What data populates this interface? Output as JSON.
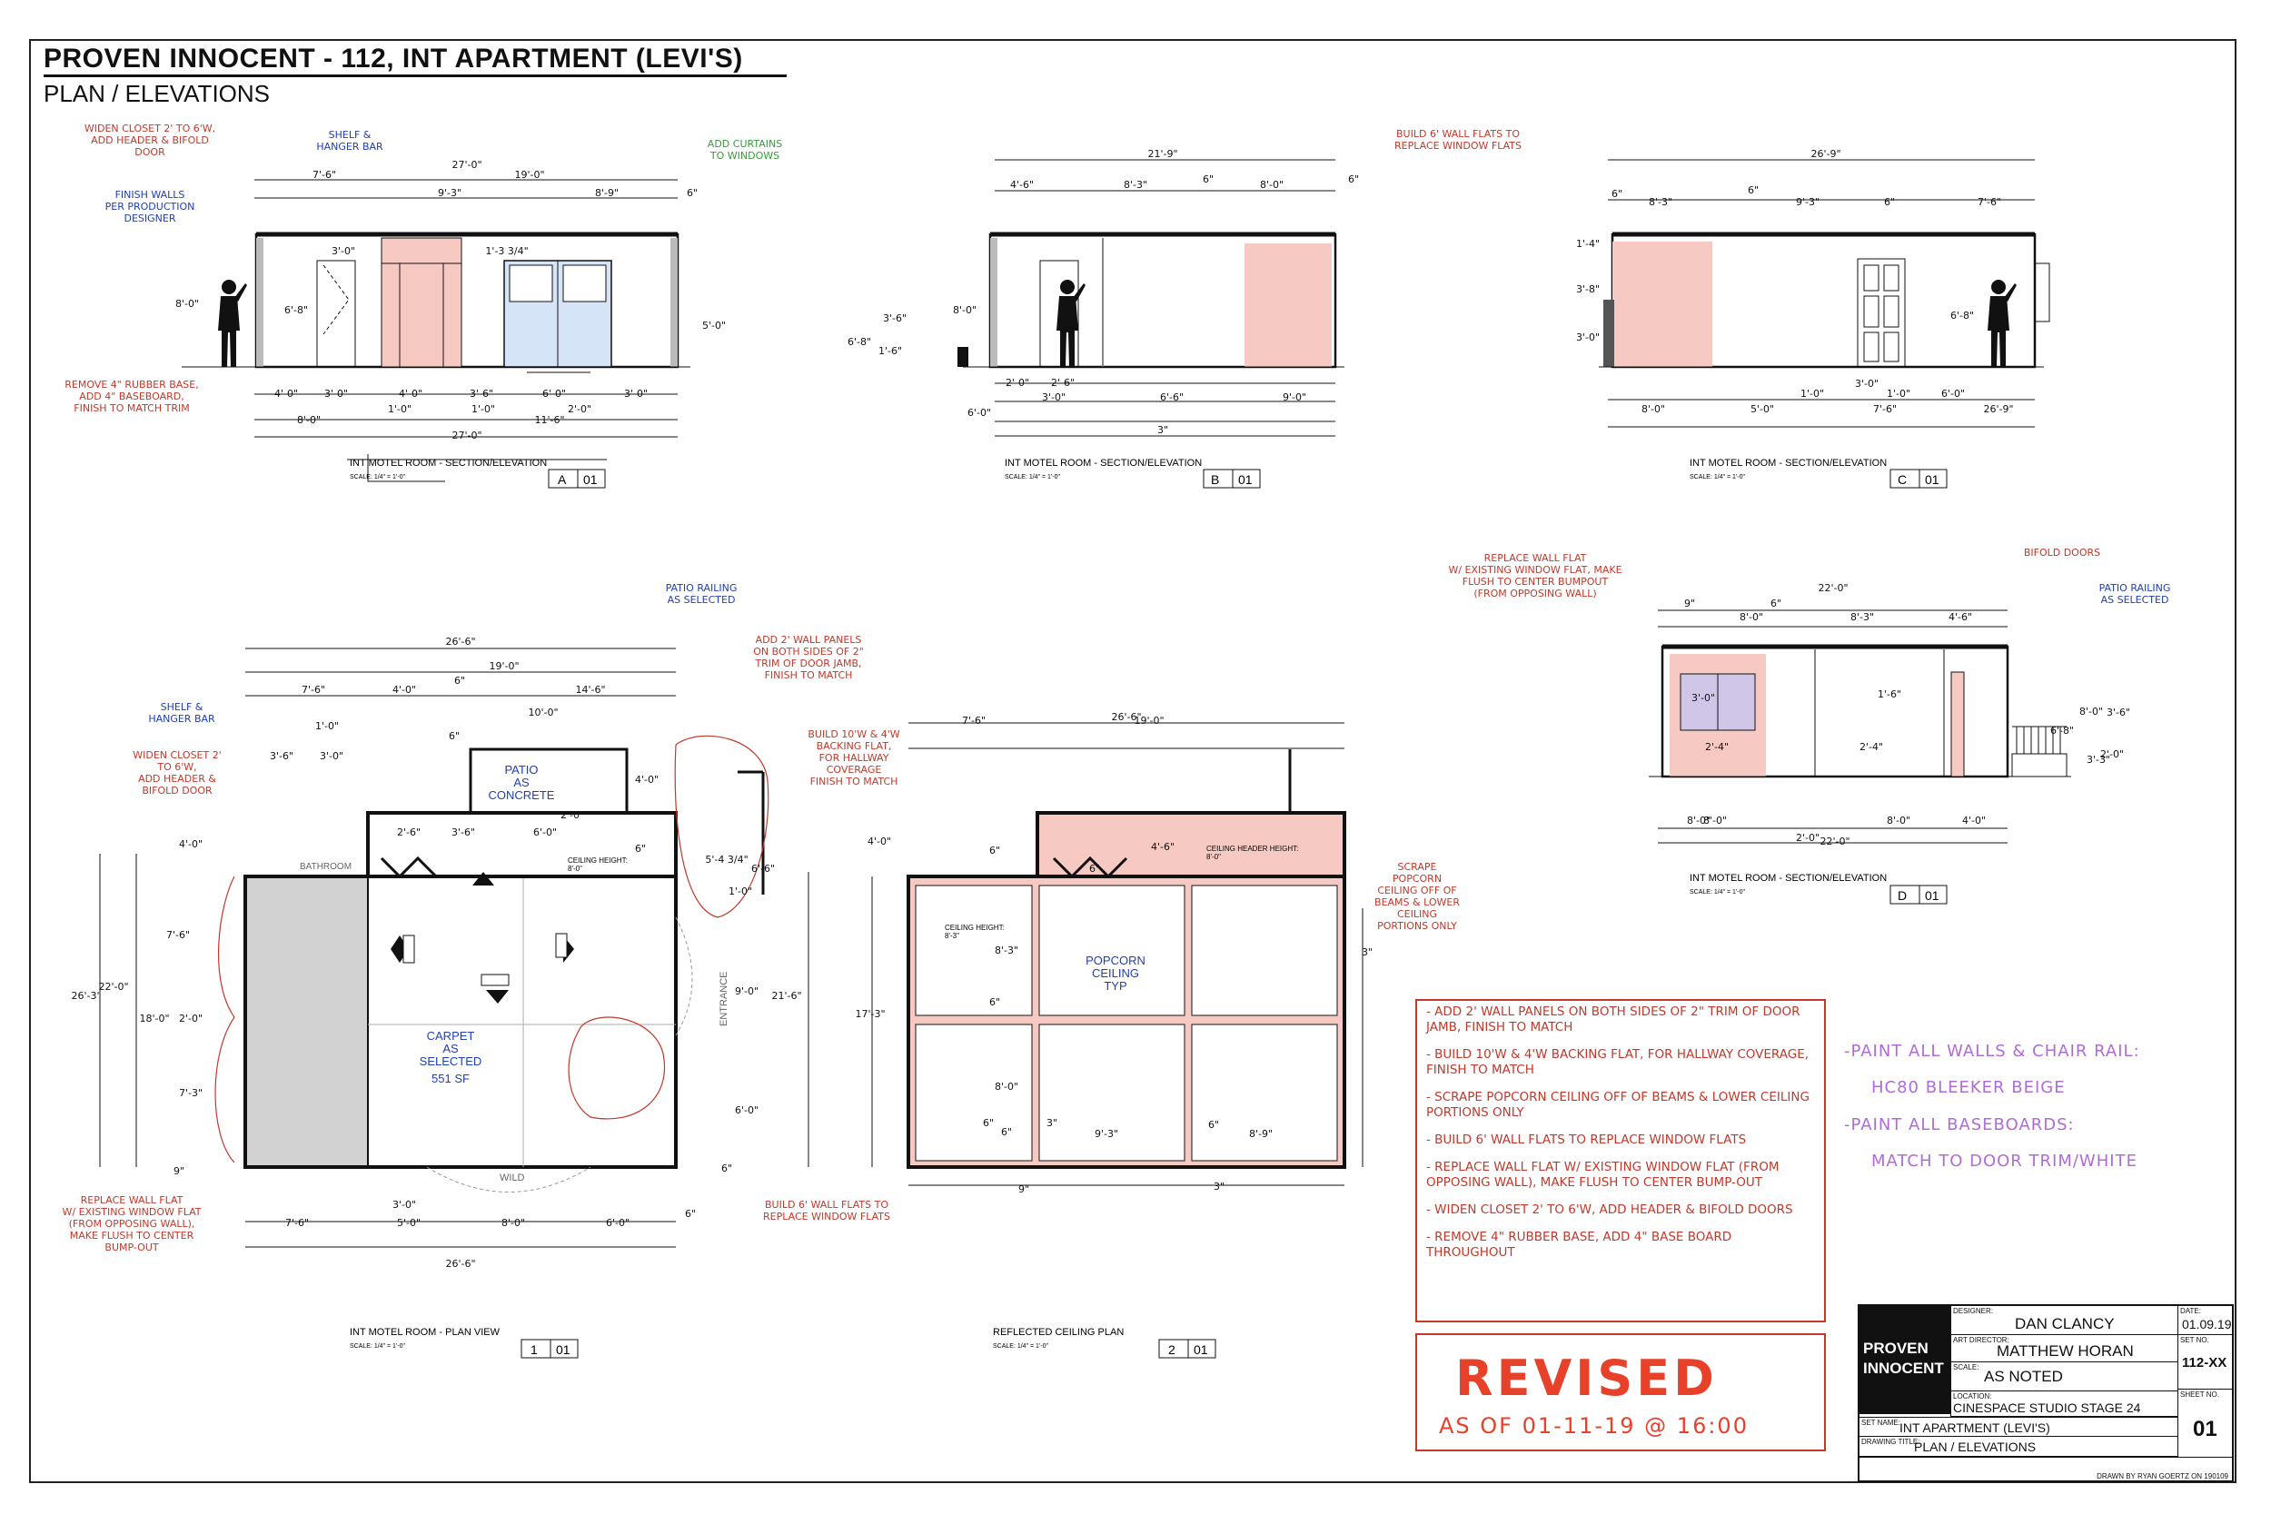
{
  "sheet": {
    "title": "PROVEN INNOCENT - 112, INT APARTMENT (LEVI'S)",
    "subtitle": "PLAN / ELEVATIONS"
  },
  "elevation_a": {
    "caption": "INT MOTEL ROOM - SECTION/ELEVATION",
    "scale": "SCALE: 1/4\" = 1'-0\"",
    "ref_letter": "A",
    "ref_sheet": "01",
    "notes": {
      "widen_closet": [
        "WIDEN CLOSET 2' TO 6'W,",
        "ADD HEADER & BIFOLD",
        "DOOR"
      ],
      "shelf": [
        "SHELF &",
        "HANGER BAR"
      ],
      "curtains": [
        "ADD CURTAINS",
        "TO WINDOWS"
      ],
      "finish_walls": [
        "FINISH WALLS",
        "PER PRODUCTION",
        "DESIGNER"
      ],
      "remove_base": [
        "REMOVE 4\" RUBBER BASE,",
        "ADD 4\" BASEBOARD,",
        "FINISH TO MATCH TRIM"
      ]
    },
    "dims": [
      "27'-0\"",
      "19'-0\"",
      "7'-6\"",
      "9'-3\"",
      "8'-9\"",
      "6\"",
      "3'-0\"",
      "1'-3 3/4\"",
      "8'-0\"",
      "6'-8\"",
      "5'-0\"",
      "4'-0\"",
      "3'-0\"",
      "4'-0\"",
      "3'-6\"",
      "6'-0\"",
      "3'-0\"",
      "1'-0\"",
      "1'-0\"",
      "2'-0\"",
      "8'-0\"",
      "11'-6\"",
      "27'-0\""
    ]
  },
  "elevation_b": {
    "caption": "INT MOTEL ROOM - SECTION/ELEVATION",
    "scale": "SCALE: 1/4\" = 1'-0\"",
    "ref_letter": "B",
    "ref_sheet": "01",
    "notes": {
      "build_flats": [
        "BUILD 6' WALL FLATS TO",
        "REPLACE WINDOW FLATS"
      ]
    },
    "dims": [
      "21'-9\"",
      "4'-6\"",
      "8'-3\"",
      "6\"",
      "8'-0\"",
      "6\"",
      "8'-0\"",
      "6'-8\"",
      "3'-6\"",
      "1'-6\"",
      "2'-0\"",
      "2'-6\"",
      "3'-0\"",
      "6'-6\"",
      "9'-0\"",
      "6'-0\"",
      "3\"",
      "21'-9\""
    ]
  },
  "elevation_c": {
    "caption": "INT MOTEL ROOM - SECTION/ELEVATION",
    "scale": "SCALE: 1/4\" = 1'-0\"",
    "ref_letter": "C",
    "ref_sheet": "01",
    "dims": [
      "26'-9\"",
      "6\"",
      "8'-3\"",
      "6\"",
      "9'-3\"",
      "6\"",
      "7'-6\"",
      "1'-4\"",
      "3'-8\"",
      "3'-0\"",
      "6'-8\"",
      "1'-0\"",
      "3'-0\"",
      "1'-0\"",
      "6'-0\"",
      "8'-0\"",
      "5'-0\"",
      "7'-6\"",
      "26'-9\""
    ]
  },
  "elevation_d": {
    "caption": "INT MOTEL ROOM - SECTION/ELEVATION",
    "scale": "SCALE: 1/4\" = 1'-0\"",
    "ref_letter": "D",
    "ref_sheet": "01",
    "notes": {
      "replace_flat": [
        "REPLACE WALL FLAT",
        "W/ EXISTING WINDOW FLAT, MAKE",
        "FLUSH TO CENTER BUMPOUT",
        "(FROM OPPOSING WALL)"
      ],
      "bifold": [
        "BIFOLD DOORS"
      ],
      "patio_railing": [
        "PATIO RAILING",
        "AS SELECTED"
      ]
    },
    "dims": [
      "22'-0\"",
      "9\"",
      "8'-0\"",
      "6\"",
      "8'-3\"",
      "4'-6\"",
      "8'-0\"",
      "3'-0\"",
      "2'-4\"",
      "2'-4\"",
      "1'-6\"",
      "6'-8\"",
      "8'-0\"",
      "3'-6\"",
      "2'-0\"",
      "3'-3\"",
      "8'-0\"",
      "2'-0\"",
      "8'-0\"",
      "4'-0\"",
      "22'-0\""
    ]
  },
  "plan": {
    "caption": "INT MOTEL ROOM - PLAN VIEW",
    "scale": "SCALE: 1/4\" = 1'-0\"",
    "ref_letter": "1",
    "ref_sheet": "01",
    "labels": {
      "patio": [
        "PATIO",
        "AS",
        "CONCRETE"
      ],
      "carpet": [
        "CARPET",
        "AS",
        "SELECTED",
        "551 SF"
      ],
      "bathroom": "BATHROOM",
      "entrance": "ENTRANCE",
      "wild": "WILD",
      "ceiling_height": [
        "CEILING HEIGHT:",
        "8'-0\""
      ]
    },
    "notes": {
      "patio_railing": [
        "PATIO RAILING",
        "AS SELECTED"
      ],
      "add_panels": [
        "ADD 2' WALL PANELS",
        "ON BOTH SIDES OF 2\"",
        "TRIM OF DOOR JAMB,",
        "FINISH TO MATCH"
      ],
      "build_backing": [
        "BUILD 10'W & 4'W",
        "BACKING FLAT,",
        "FOR HALLWAY",
        "COVERAGE",
        "FINISH TO MATCH"
      ],
      "shelf": [
        "SHELF &",
        "HANGER BAR"
      ],
      "widen_closet": [
        "WIDEN CLOSET 2'",
        "TO 6'W,",
        "ADD HEADER &",
        "BIFOLD DOOR"
      ],
      "replace_flat": [
        "REPLACE WALL FLAT",
        "W/ EXISTING WINDOW FLAT",
        "(FROM OPPOSING WALL),",
        "MAKE FLUSH TO CENTER",
        "BUMP-OUT"
      ],
      "build_flats": [
        "BUILD 6' WALL FLATS TO",
        "REPLACE WINDOW FLATS"
      ]
    },
    "dims": [
      "26'-6\"",
      "19'-0\"",
      "7'-6\"",
      "4'-0\"",
      "6\"",
      "14'-6\"",
      "10'-0\"",
      "6\"",
      "1'-0\"",
      "3'-6\"",
      "3'-0\"",
      "4'-0\"",
      "2'-6\"",
      "3'-6\"",
      "6'-0\"",
      "2'-0\"",
      "4'-0\"",
      "6\"",
      "7'-6\"",
      "26'-3\"",
      "22'-0\"",
      "18'-0\"",
      "2'-0\"",
      "7'-3\"",
      "9\"",
      "5'-4 3/4\"",
      "6'-6\"",
      "1'-0\"",
      "9'-0\"",
      "21'-6\"",
      "6'-0\"",
      "6\"",
      "3'-0\"",
      "7'-6\"",
      "5'-0\"",
      "8'-0\"",
      "6'-0\"",
      "6\"",
      "26'-6\""
    ]
  },
  "rcp": {
    "caption": "REFLECTED CEILING PLAN",
    "scale": "SCALE: 1/4\" = 1'-0\"",
    "ref_letter": "2",
    "ref_sheet": "01",
    "labels": {
      "popcorn": [
        "POPCORN",
        "CEILING",
        "TYP"
      ],
      "ceiling_header": [
        "CEILING HEADER HEIGHT:",
        "8'-0\""
      ],
      "ceiling_height": [
        "CEILING HEIGHT:",
        "8'-3\""
      ]
    },
    "notes": {
      "scrape": [
        "SCRAPE",
        "POPCORN",
        "CEILING OFF OF",
        "BEAMS & LOWER",
        "CEILING",
        "PORTIONS ONLY"
      ]
    },
    "dims": [
      "26'-6\"",
      "19'-0\"",
      "7'-6\"",
      "4'-0\"",
      "6\"",
      "4'-6\"",
      "6\"",
      "8'-3\"",
      "17'-3\"",
      "6\"",
      "8'-0\"",
      "6\"",
      "3\"",
      "6\"",
      "9'-3\"",
      "6\"",
      "8'-9\"",
      "3\"",
      "9\"",
      "3\""
    ]
  },
  "general_notes": [
    "- ADD 2' WALL PANELS ON BOTH SIDES OF 2\" TRIM OF DOOR JAMB, FINISH TO MATCH",
    "- BUILD 10'W & 4'W BACKING FLAT, FOR HALLWAY COVERAGE, FINISH TO MATCH",
    "- SCRAPE POPCORN CEILING OFF OF BEAMS & LOWER CEILING PORTIONS ONLY",
    "- BUILD 6' WALL FLATS TO REPLACE WINDOW FLATS",
    "- REPLACE WALL FLAT W/ EXISTING WINDOW FLAT (FROM OPPOSING WALL), MAKE FLUSH TO CENTER BUMP-OUT",
    "- WIDEN CLOSET 2' TO 6'W, ADD HEADER & BIFOLD DOORS",
    "- REMOVE 4\" RUBBER BASE, ADD 4\" BASE BOARD THROUGHOUT"
  ],
  "paint_notes": {
    "line1": "-PAINT ALL WALLS & CHAIR RAIL:",
    "line2": "HC80 BLEEKER BEIGE",
    "line3": "-PAINT ALL BASEBOARDS:",
    "line4": "MATCH TO DOOR TRIM/WHITE"
  },
  "revised": {
    "big": "REVISED",
    "small": "AS OF 01-11-19 @ 16:00"
  },
  "title_block": {
    "logo_line1": "PROVEN",
    "logo_line2": "INNOCENT",
    "designer_label": "DESIGNER:",
    "designer": "DAN CLANCY",
    "art_director_label": "ART DIRECTOR:",
    "art_director": "MATTHEW HORAN",
    "scale_label": "SCALE:",
    "scale": "AS NOTED",
    "location_label": "LOCATION:",
    "location": "CINESPACE STUDIO STAGE 24",
    "set_name_label": "SET NAME:",
    "set_name": "INT APARTMENT (LEVI'S)",
    "drawing_title_label": "DRAWING TITLE:",
    "drawing_title": "PLAN / ELEVATIONS",
    "date_label": "DATE:",
    "date": "01.09.19",
    "set_no_label": "SET NO.",
    "set_no": "112-XX",
    "sheet_no_label": "SHEET NO.",
    "sheet_no": "01",
    "drawn_by": "DRAWN BY RYAN GOERTZ ON 190109"
  },
  "colors": {
    "pink": "#f7c9c3",
    "red_note": "#c0392b",
    "blue_note": "#1f3fb5",
    "green_note": "#3a9a3a",
    "purple_note": "#b06cd6",
    "revised": "#e8412a"
  }
}
